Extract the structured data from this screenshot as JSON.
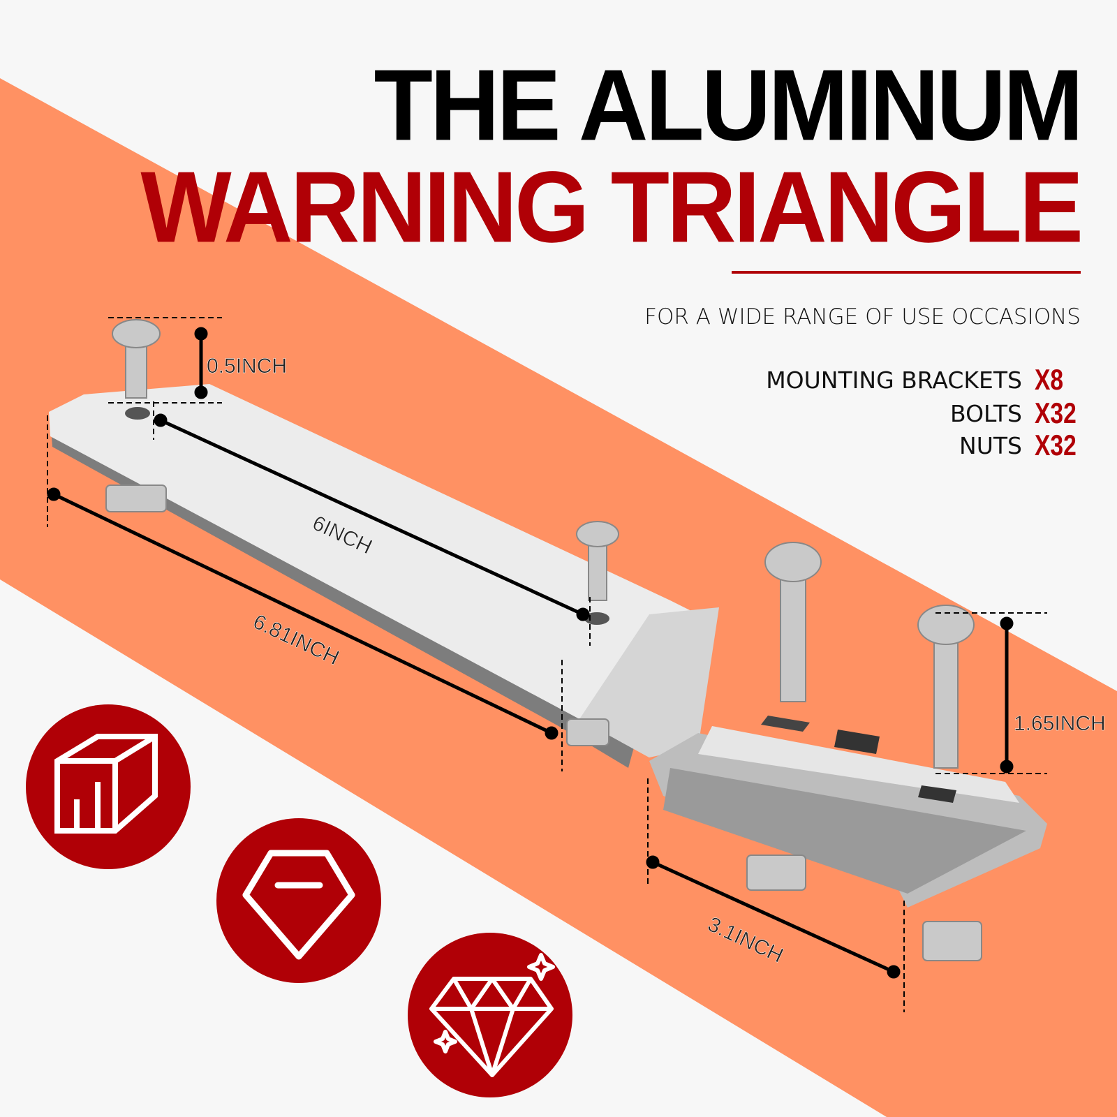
{
  "headline": {
    "line1": "THE ALUMINUM",
    "line2": "WARNING TRIANGLE"
  },
  "subtitle": "FOR A WIDE RANGE OF USE OCCASIONS",
  "kit": [
    {
      "label": "MOUNTING BRACKETS",
      "qty": "X8"
    },
    {
      "label": "BOLTS",
      "qty": "X32"
    },
    {
      "label": "NUTS",
      "qty": "X32"
    }
  ],
  "dimensions": {
    "bolt_height": "0.5INCH",
    "hole_spacing": "6INCH",
    "plate_length": "6.81INCH",
    "carriage_bolt": "1.65INCH",
    "clamp_width": "3.1INCH"
  },
  "feature_icons": [
    "aluminum-profile-icon",
    "diamond-minus-icon",
    "sparkling-diamond-icon"
  ],
  "colors": {
    "accent": "#b00006",
    "band": "#ff9163",
    "background": "#f7f7f7"
  }
}
